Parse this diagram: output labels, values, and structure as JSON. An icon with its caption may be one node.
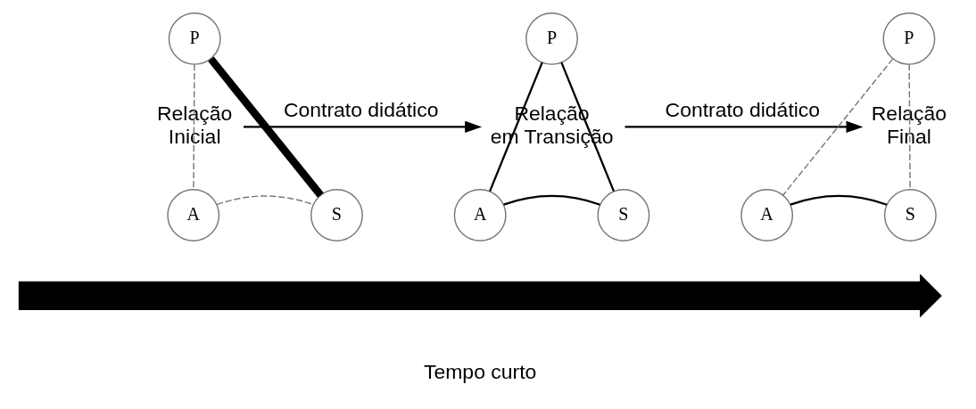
{
  "diagram": {
    "nodes": [
      {
        "text": [
          "Relação Inicial"
        ]
      },
      {
        "text": [
          "P"
        ]
      },
      {
        "text": [
          "A"
        ]
      },
      {
        "text": [
          "S"
        ]
      },
      {
        "text": [
          "Relação em Transição"
        ]
      },
      {
        "text": [
          "P"
        ]
      },
      {
        "text": [
          "A"
        ]
      },
      {
        "text": [
          "S"
        ]
      },
      {
        "text": [
          "Relação Final"
        ]
      },
      {
        "text": [
          "P"
        ]
      },
      {
        "text": [
          "A"
        ]
      },
      {
        "text": [
          "S"
        ]
      },
      {
        "text": [],
        "shape": "arrow"
      }
    ],
    "edges": [
      {
        "from": 1,
        "to": 2,
        "arrow": "none",
        "style": "dashed",
        "color": "#777777"
      },
      {
        "from": 1,
        "to": 3,
        "arrow": "none",
        "style": "thick"
      },
      {
        "from": 2,
        "to": 3,
        "arrow": "none",
        "style": "dashed",
        "color": "#777777"
      },
      {
        "from": 0,
        "to": 4,
        "arrow": "to",
        "label": "Contrato didático"
      },
      {
        "from": 5,
        "to": 6,
        "arrow": "none"
      },
      {
        "from": 5,
        "to": 7,
        "arrow": "none"
      },
      {
        "from": 6,
        "to": 7,
        "arrow": "none"
      },
      {
        "from": 4,
        "to": 8,
        "arrow": "to",
        "label": "Contrato didático"
      },
      {
        "from": 9,
        "to": 10,
        "arrow": "none",
        "style": "dashed",
        "color": "#777777"
      },
      {
        "from": 9,
        "to": 11,
        "arrow": "none",
        "style": "dashed",
        "color": "#777777"
      },
      {
        "from": 10,
        "to": 11,
        "arrow": "none"
      }
    ],
    "labels": [
      "Tempo curto"
    ]
  }
}
